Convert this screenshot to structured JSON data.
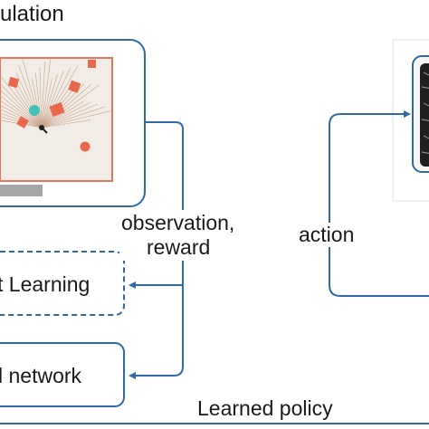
{
  "title": "ulation",
  "labels": {
    "observation_reward_line1": "observation,",
    "observation_reward_line2": "reward",
    "action": "action",
    "learning_box": "t Learning",
    "network_box": "l network",
    "learned_policy": "Learned policy"
  },
  "colors": {
    "flow_blue": "#2f6aa6",
    "sim_frame": "#e0775a",
    "sim_bg": "#f1ece6",
    "marker": "#e8684b",
    "agent": "#41c1b8"
  }
}
